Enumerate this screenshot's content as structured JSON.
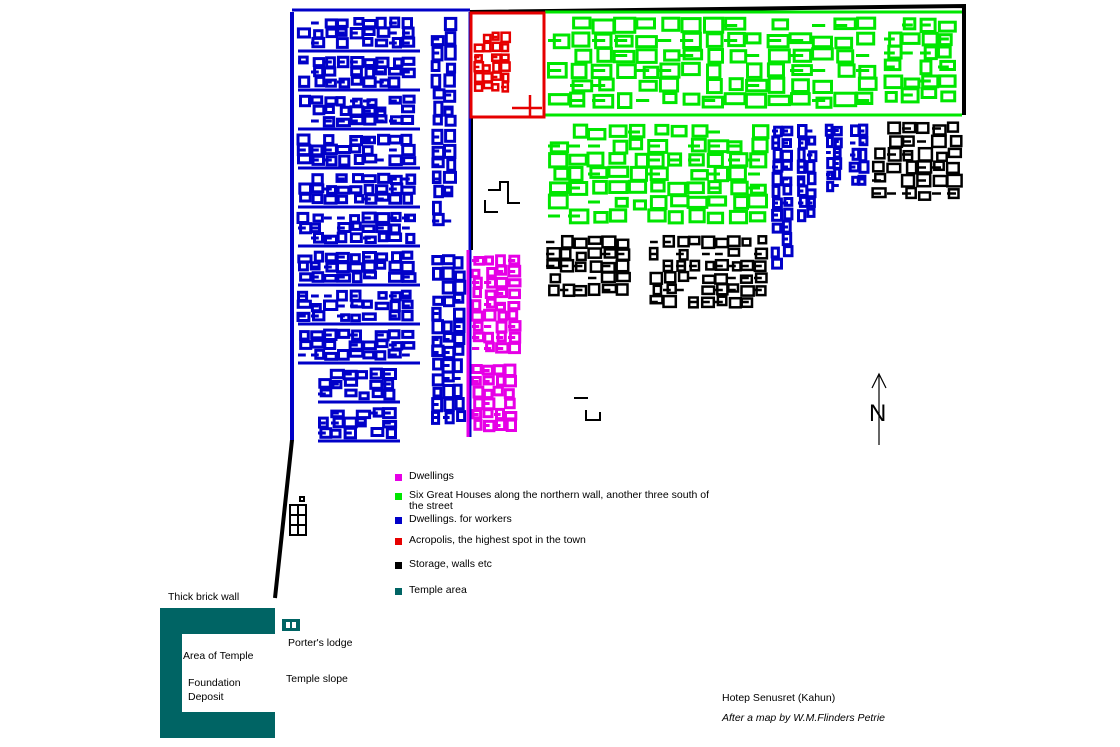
{
  "colors": {
    "magenta": "#e600e6",
    "green": "#00e600",
    "blue": "#0000c8",
    "red": "#e60000",
    "black": "#000000",
    "teal": "#006464"
  },
  "legend": [
    {
      "label": "Dwellings",
      "color": "#e600e6"
    },
    {
      "label": "Six Great Houses along the northern wall, another three south of the street",
      "color": "#00e600"
    },
    {
      "label": "Dwellings. for workers",
      "color": "#0000c8"
    },
    {
      "label": "Acropolis, the highest spot in the town",
      "color": "#e60000"
    },
    {
      "label": "Storage, walls etc",
      "color": "#000000"
    },
    {
      "label": "Temple area",
      "color": "#006464"
    }
  ],
  "labels": {
    "thick_wall": "Thick brick wall",
    "porters_lodge": "Porter's lodge",
    "area_of_temple": "Area of Temple",
    "foundation": "Foundation",
    "deposit": "Deposit",
    "temple_slope": "Temple slope",
    "north": "N"
  },
  "credits": {
    "title": "Hotep Senusret (Kahun)",
    "source": "After a map by W.M.Flinders Petrie"
  }
}
